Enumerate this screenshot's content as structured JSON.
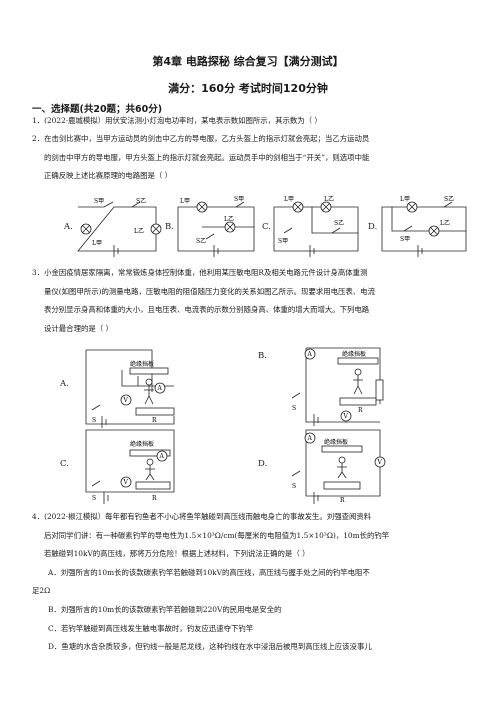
{
  "doc": {
    "title": "第4章 电路探秘 综合复习【满分测试】",
    "subtitle": "满分：160分    考试时间120分钟",
    "section": "一、选择题(共20题；共60分)"
  },
  "q1": {
    "line1": "1．(2022·鹿城模拟）用伏安法测小灯泡电功率时，某电表示数如图所示，其示数为（        ）"
  },
  "q2": {
    "line1": "2．在击剑比赛中，当甲方运动员的剑击中乙方的导电服，乙方头盔上的指示灯就会亮起；当乙方运动员",
    "line2": "的剑击中甲方的导电服，甲方头盔上的指示灯就会亮起。运动员手中的剑相当于“开关”，则选项中能",
    "line3": "正确反映上述比赛原理的电路图是（        ）",
    "options": [
      "A.",
      "B.",
      "C.",
      "D."
    ],
    "labels": {
      "s_jia": "S甲",
      "s_yi": "S乙",
      "l_jia": "L甲",
      "l_yi": "L乙"
    }
  },
  "q3": {
    "line1": "3．小金因疫情居家隔离，常常锻炼身体控制体重，他利用某压敏电阻R及相关电路元件设计身高体重测",
    "line2": "量仪(如图甲所示)的测量电路，压敏电阻的阻值随压力变化的关系如图乙所示。现要求用电压表、电流",
    "line3": "表分别显示身高和体重的大小，且电压表、电流表的示数分别随身高、体重的增大而增大。下列电路",
    "line4": "设计最合理的是（        ）",
    "options": [
      "A.",
      "B.",
      "C.",
      "D."
    ],
    "labels": {
      "board": "绝缘挡板",
      "s": "S",
      "r": "R",
      "a": "A",
      "v": "V"
    }
  },
  "q4": {
    "line1": "4．(2022·椒江模拟）每年都有钓鱼者不小心将鱼竿触碰到高压线而触电身亡的事故发生。刘强查阅资料",
    "line2": "后对同学们讲：有一种碳素钓竿的导电性为1.5×10³Ω/cm(每厘米的电阻值为1.5×10³Ω)，10m长的钓竿",
    "line3": "若触碰到10kV的高压线，那将万分危险！根据上述材料，下列说法正确的是（        ）",
    "optA1": "A．刘强所言的10m长的该款碳素钓竿若触碰到10kV的高压线，高压线与握手处之间的钓竿电阻不",
    "optA2": "足2Ω",
    "optB": "B．刘强所言的10m长的该款碳素钓竿若触碰到220V的民用电是安全的",
    "optC": "C．若钓竿触碰到高压线发生触电事故时，钓友应迅速夺下钓竿",
    "optD": "D．鱼塘的水含杂质较多，但钓线一般是尼龙线，这种钓线在水中浸泡后被甩到高压线上应该没事儿"
  }
}
